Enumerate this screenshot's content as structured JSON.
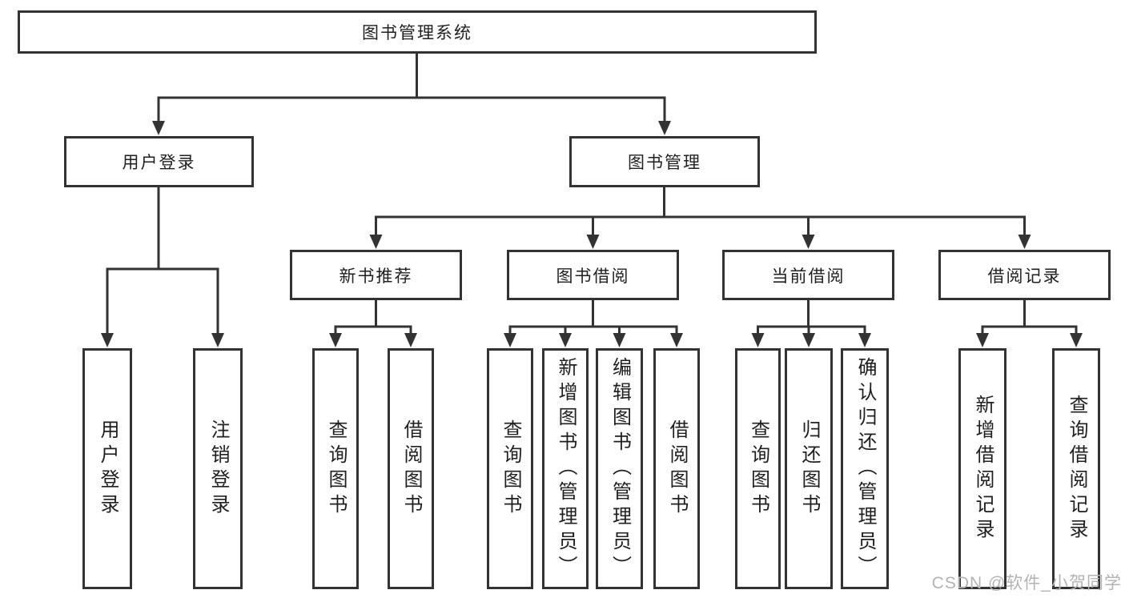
{
  "diagram": {
    "root": {
      "label": "图书管理系统"
    },
    "branches": [
      {
        "label": "用户登录",
        "children": [
          {
            "label": "用户登录"
          },
          {
            "label": "注销登录"
          }
        ]
      },
      {
        "label": "图书管理",
        "sections": [
          {
            "label": "新书推荐",
            "children": [
              {
                "label": "查询图书"
              },
              {
                "label": "借阅图书"
              }
            ]
          },
          {
            "label": "图书借阅",
            "children": [
              {
                "label": "查询图书"
              },
              {
                "label": "新增图书（管理员）"
              },
              {
                "label": "编辑图书（管理员）"
              },
              {
                "label": "借阅图书"
              }
            ]
          },
          {
            "label": "当前借阅",
            "children": [
              {
                "label": "查询图书"
              },
              {
                "label": "归还图书"
              },
              {
                "label": "确认归还（管理员）"
              }
            ]
          },
          {
            "label": "借阅记录",
            "children": [
              {
                "label": "新增借阅记录"
              },
              {
                "label": "查询借阅记录"
              }
            ]
          }
        ]
      }
    ]
  },
  "watermark": {
    "text": "CSDN @软件_小贺同学"
  },
  "colors": {
    "line": "#333333",
    "box_background": "#ffffff",
    "text": "#1f1f1f",
    "watermark_gray": "#b3b3b3"
  }
}
